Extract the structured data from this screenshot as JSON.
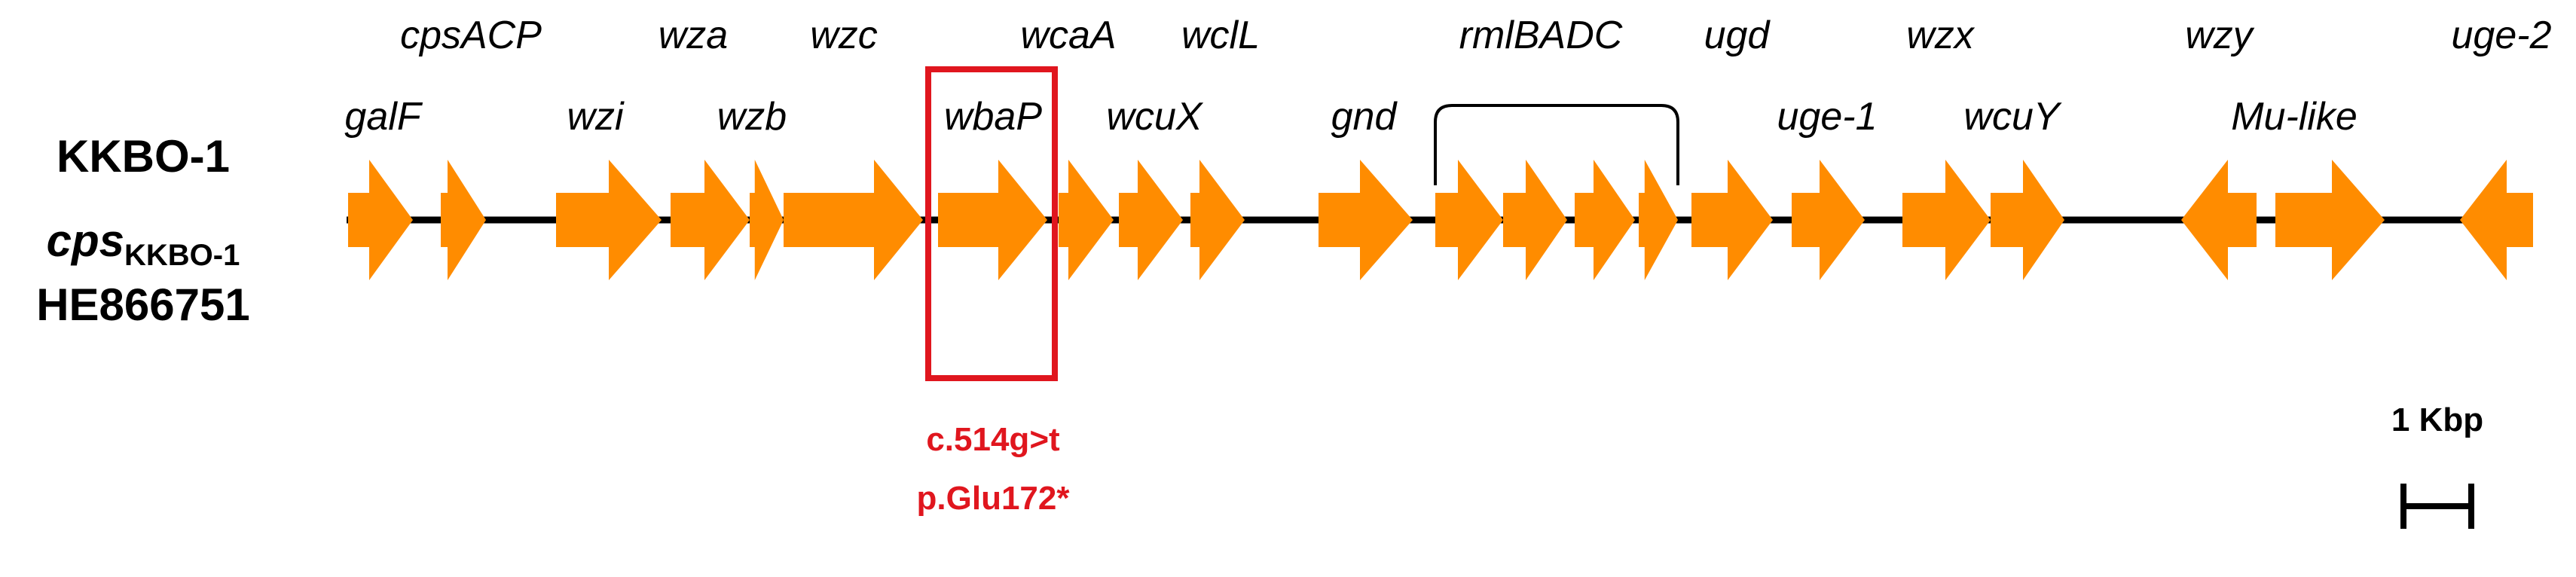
{
  "strain": {
    "name": "KKBO-1",
    "locus_main": "cps",
    "locus_sub": "KKBO-1",
    "accession": "HE866751"
  },
  "colors": {
    "gene": "#ff8c00",
    "backbone": "#000000",
    "highlight": "#e0161e"
  },
  "genes_top": [
    "cpsACP",
    "wza",
    "wzc",
    "wcaA",
    "wclL",
    "rmlBADC",
    "ugd",
    "wzx",
    "wzy",
    "uge-2"
  ],
  "genes_bottom": [
    "galF",
    "wzi",
    "wzb",
    "wbaP",
    "wcuX",
    "gnd",
    "uge-1",
    "wcuY",
    "Mu-like"
  ],
  "highlight": {
    "gene": "wbaP",
    "mutation_nt": "c.514g>t",
    "mutation_aa": "p.Glu172*"
  },
  "scale_bar": {
    "label": "1 Kbp"
  }
}
